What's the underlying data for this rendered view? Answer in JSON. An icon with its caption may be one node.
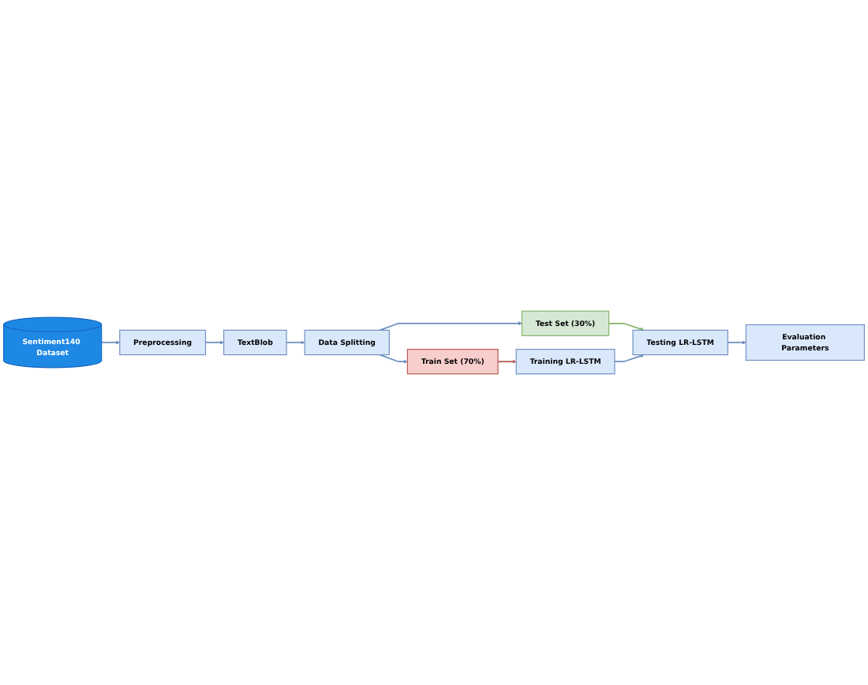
{
  "diagram": {
    "nodes": [
      {
        "text": [
          "Sentiment140 Dataset"
        ]
      },
      {
        "text": [
          "Preprocessing"
        ]
      },
      {
        "text": [
          "TextBlob"
        ]
      },
      {
        "text": [
          "Data Splitting"
        ]
      },
      {
        "text": [
          "Test Set (30%)"
        ]
      },
      {
        "text": [
          "Train Set (70%)"
        ]
      },
      {
        "text": [
          "Training  LR-LSTM"
        ]
      },
      {
        "text": [
          "Testing LR-LSTM"
        ]
      },
      {
        "text": [
          "Evaluation Parameters"
        ]
      }
    ],
    "edges": [
      {
        "from": 0,
        "to": 1,
        "arrow": "to"
      },
      {
        "from": 1,
        "to": 2,
        "arrow": "to"
      },
      {
        "from": 2,
        "to": 3,
        "arrow": "to"
      },
      {
        "from": 3,
        "to": 4,
        "arrow": "to"
      },
      {
        "from": 3,
        "to": 5,
        "arrow": "to"
      },
      {
        "from": 5,
        "to": 6,
        "arrow": "to",
        "color": "#b85450"
      },
      {
        "from": 4,
        "to": 7,
        "arrow": "to",
        "color": "#82b366"
      },
      {
        "from": 6,
        "to": 7,
        "arrow": "to"
      },
      {
        "from": 7,
        "to": 8,
        "arrow": "to"
      }
    ]
  }
}
